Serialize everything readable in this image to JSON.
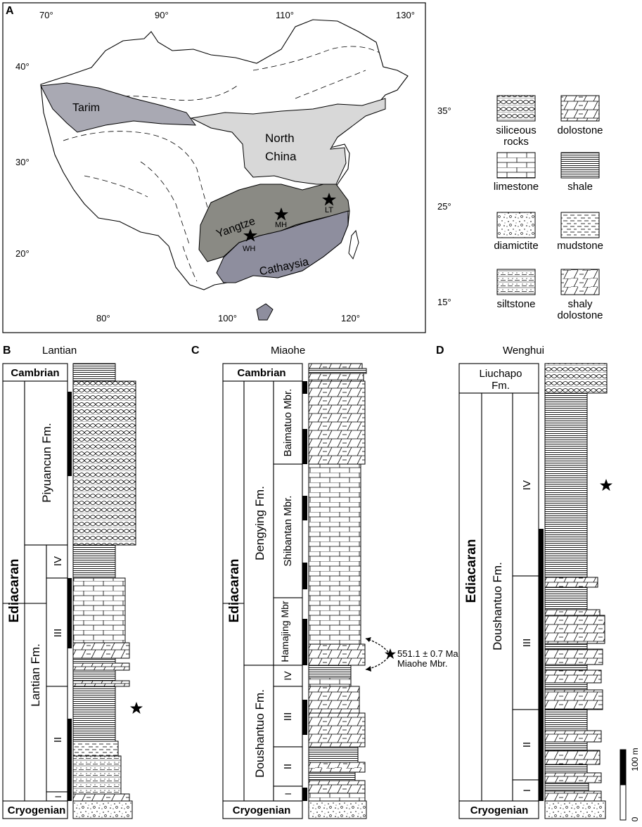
{
  "panel_a": {
    "label": "A",
    "lon_labels": [
      "70°",
      "90°",
      "110°",
      "130°",
      "80°",
      "100°",
      "120°"
    ],
    "lat_labels_left": [
      "40°",
      "30°",
      "20°"
    ],
    "lat_labels_right": [
      "35°",
      "25°",
      "15°"
    ],
    "regions": {
      "tarim": "Tarim",
      "north_china_1": "North",
      "north_china_2": "China",
      "yangtze": "Yangtze",
      "cathaysia": "Cathaysia"
    },
    "sites": {
      "wh": "WH",
      "mh": "MH",
      "lt": "LT"
    },
    "colors": {
      "tarim": "#a9a9b3",
      "north_china": "#d8d8d8",
      "yangtze": "#8a8a84",
      "cathaysia": "#8e8e9e"
    }
  },
  "legend": [
    {
      "name": "siliceous-rocks",
      "text": [
        "siliceous",
        "rocks"
      ]
    },
    {
      "name": "dolostone",
      "text": [
        "dolostone"
      ]
    },
    {
      "name": "limestone",
      "text": [
        "limestone"
      ]
    },
    {
      "name": "shale",
      "text": [
        "shale"
      ]
    },
    {
      "name": "diamictite",
      "text": [
        "diamictite"
      ]
    },
    {
      "name": "mudstone",
      "text": [
        "mudstone"
      ]
    },
    {
      "name": "siltstone",
      "text": [
        "siltstone"
      ]
    },
    {
      "name": "shaly-dolostone",
      "text": [
        "shaly",
        "dolostone"
      ]
    }
  ],
  "panel_b": {
    "label": "B",
    "title": "Lantian",
    "cambrian": "Cambrian",
    "ediacaran": "Ediacaran",
    "cryogenian": "Cryogenian",
    "piyuancun": "Piyuancun Fm.",
    "lantian_fm": "Lantian Fm.",
    "members": [
      "IV",
      "III",
      "II",
      "I"
    ]
  },
  "panel_c": {
    "label": "C",
    "title": "Miaohe",
    "cambrian": "Cambrian",
    "ediacaran": "Ediacaran",
    "cryogenian": "Cryogenian",
    "dengying": "Dengying Fm.",
    "doushantuo": "Doushantuo Fm.",
    "baimatuo": "Baimatuo Mbr.",
    "shibantan": "Shibantan Mbr.",
    "hamajing": "Hamajing Mbr",
    "members": [
      "IV",
      "III",
      "II",
      "I"
    ],
    "age": "551.1 ± 0.7 Ma",
    "miaohe_mbr": "Miaohe Mbr."
  },
  "panel_d": {
    "label": "D",
    "title": "Wenghui",
    "liuchapo_1": "Liuchapo",
    "liuchapo_2": "Fm.",
    "ediacaran": "Ediacaran",
    "cryogenian": "Cryogenian",
    "doushantuo": "Doushantuo Fm.",
    "members": [
      "IV",
      "III",
      "II",
      "I"
    ],
    "scale_label": "100 m",
    "scale_zero": "0"
  }
}
